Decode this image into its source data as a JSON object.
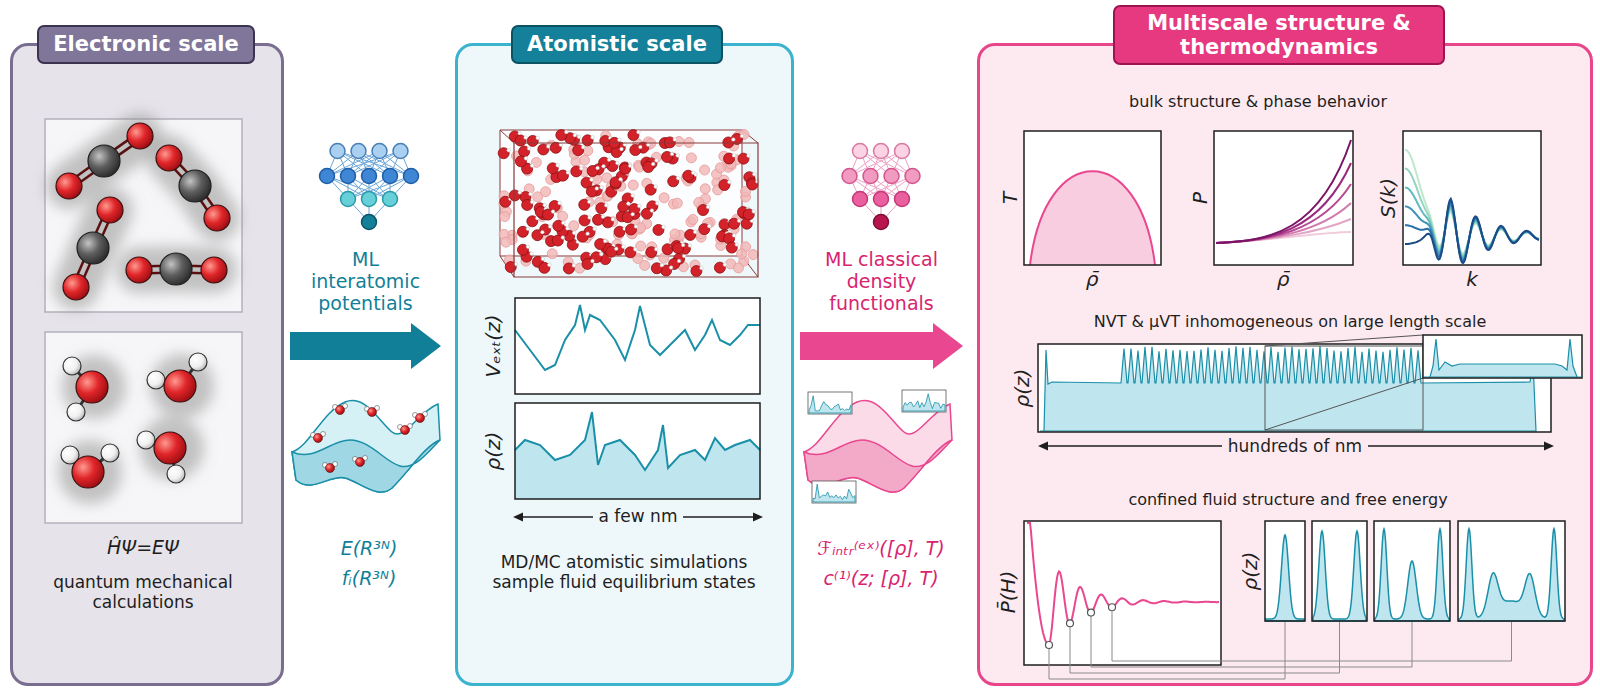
{
  "diagram": {
    "nodes": [
      {
        "text": [
          "Electronic scale",
          "ĤΨ=EΨ",
          "quantum mechanical calculations"
        ]
      },
      {
        "text": [
          "Atomistic scale",
          "a few nm",
          "MD/MC atomistic simulations sample fluid equilibrium states"
        ]
      },
      {
        "text": [
          "Multiscale structure & thermodynamics",
          "bulk structure & phase behavior",
          "NVT & μVT inhomogeneous on large length scale",
          "confined fluid structure and free energy"
        ]
      }
    ],
    "edges": [
      {
        "from": 0,
        "to": 1,
        "arrow": "to",
        "label": "ML interatomic potentials"
      },
      {
        "from": 1,
        "to": 2,
        "arrow": "to",
        "label": "ML classical density functionals"
      }
    ],
    "labels": [
      "Vₑₓₜ(z)",
      "ρ(z)",
      "E(R³ᴺ)",
      "fᵢ(R³ᴺ)",
      "ℱᵢₙₜᵣ⁽ᵉˣ⁾([ρ], T)",
      "c⁽¹⁾(z; [ρ], T)",
      "T",
      "ρ̄",
      "P",
      "ρ̄",
      "S(k)",
      "k",
      "ρ(z)",
      "hundreds of nm",
      "P̄(H)",
      "ρ(z)"
    ]
  }
}
